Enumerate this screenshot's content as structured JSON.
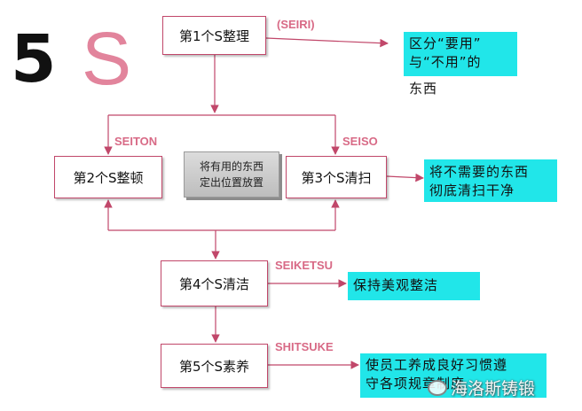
{
  "logo": {
    "digit": "5",
    "letter": "S"
  },
  "steps": [
    {
      "title": "第1个S整理",
      "roman": "(SEIRI)",
      "desc": [
        "区分“要用”",
        "与“不用”的",
        "东西"
      ]
    },
    {
      "title": "第2个S整顿",
      "roman": "SEITON",
      "desc": []
    },
    {
      "title": "第3个S清扫",
      "roman": "SEISO",
      "desc": [
        "将不需要的东西",
        "彻底清扫干净"
      ]
    },
    {
      "title": "第4个S清洁",
      "roman": "SEIKETSU",
      "desc": [
        "保持美观整洁"
      ]
    },
    {
      "title": "第5个S素养",
      "roman": "SHITSUKE",
      "desc": [
        "使员工养成良好习惯遵",
        "守各项规章制度"
      ]
    }
  ],
  "center_note": [
    "将有用的东西",
    "定出位置放置"
  ],
  "watermark": "海洛斯铸锻",
  "colors": {
    "line": "#c1476a",
    "note": "#21e6e9",
    "label": "#d86a86",
    "logo_s": "#e2849c"
  },
  "icons": {
    "watermark": "wechat-icon"
  }
}
